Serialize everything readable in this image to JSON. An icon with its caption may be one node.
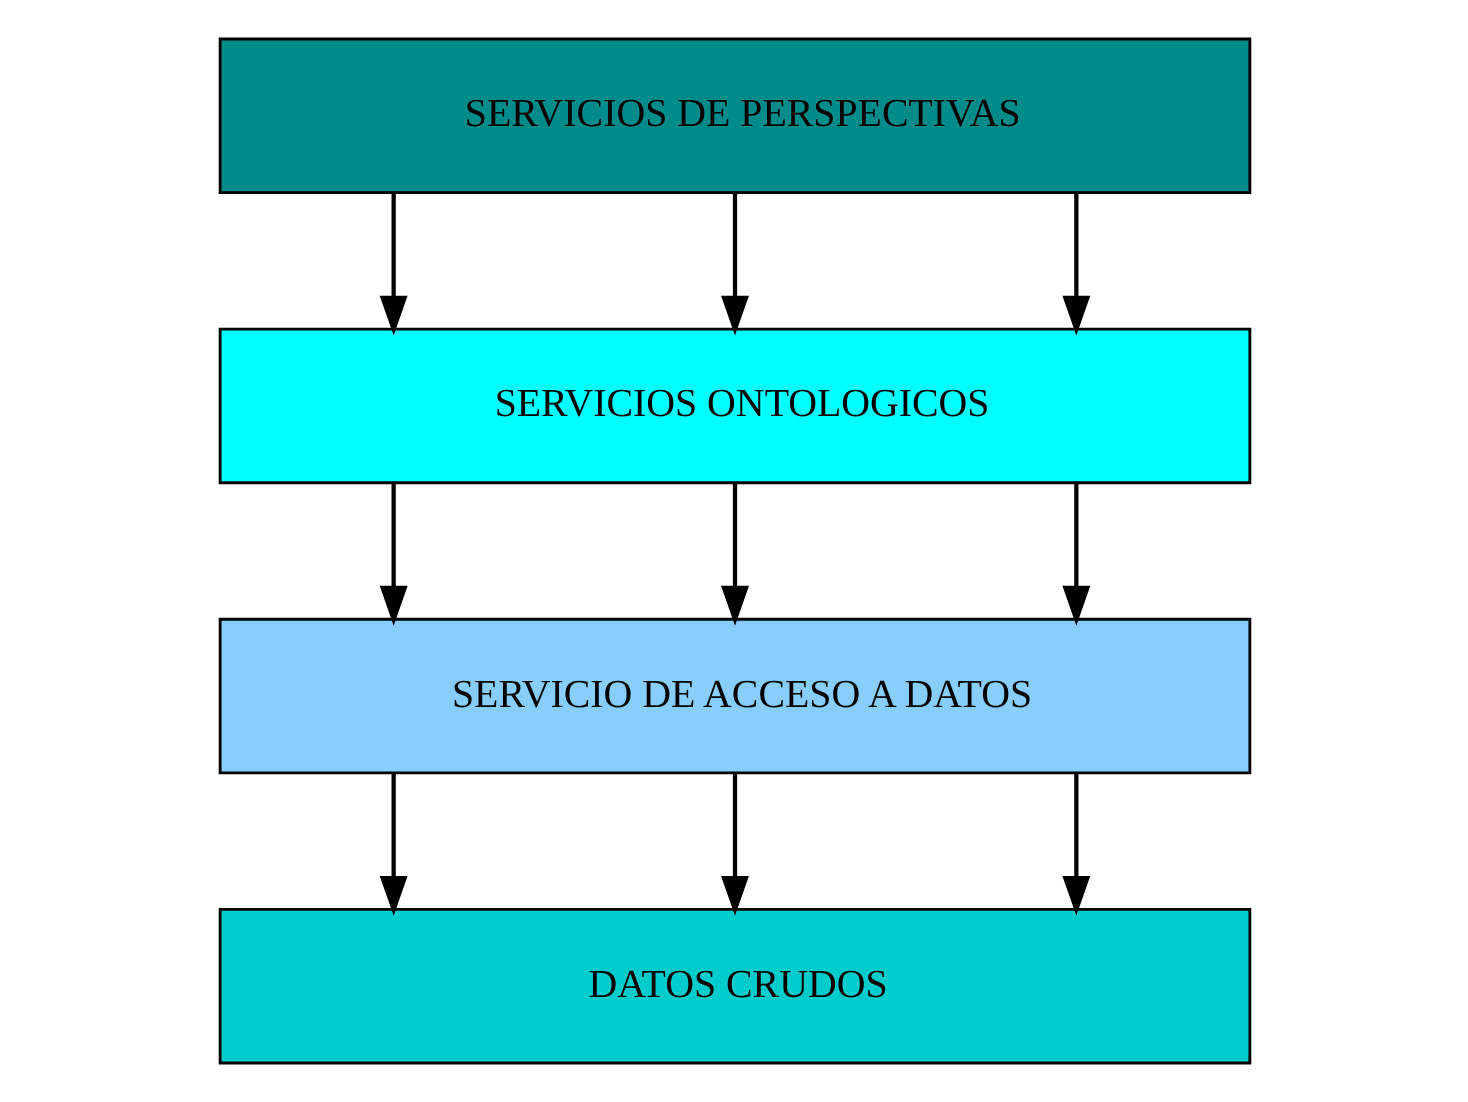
{
  "diagram": {
    "nodes": [
      {
        "text": [
          "SERVICIOS DE PERSPECTIVAS"
        ]
      },
      {
        "text": [
          "SERVICIOS ONTOLOGICOS"
        ]
      },
      {
        "text": [
          "SERVICIO DE ACCESO A DATOS"
        ]
      },
      {
        "text": [
          "DATOS CRUDOS"
        ]
      }
    ],
    "edges": [
      {
        "from": 0,
        "to": 1,
        "arrow": "to"
      },
      {
        "from": 0,
        "to": 1,
        "arrow": "to"
      },
      {
        "from": 0,
        "to": 1,
        "arrow": "to"
      },
      {
        "from": 1,
        "to": 2,
        "arrow": "to"
      },
      {
        "from": 1,
        "to": 2,
        "arrow": "to"
      },
      {
        "from": 1,
        "to": 2,
        "arrow": "to"
      },
      {
        "from": 2,
        "to": 3,
        "arrow": "to"
      },
      {
        "from": 2,
        "to": 3,
        "arrow": "to"
      },
      {
        "from": 2,
        "to": 3,
        "arrow": "to"
      }
    ]
  }
}
